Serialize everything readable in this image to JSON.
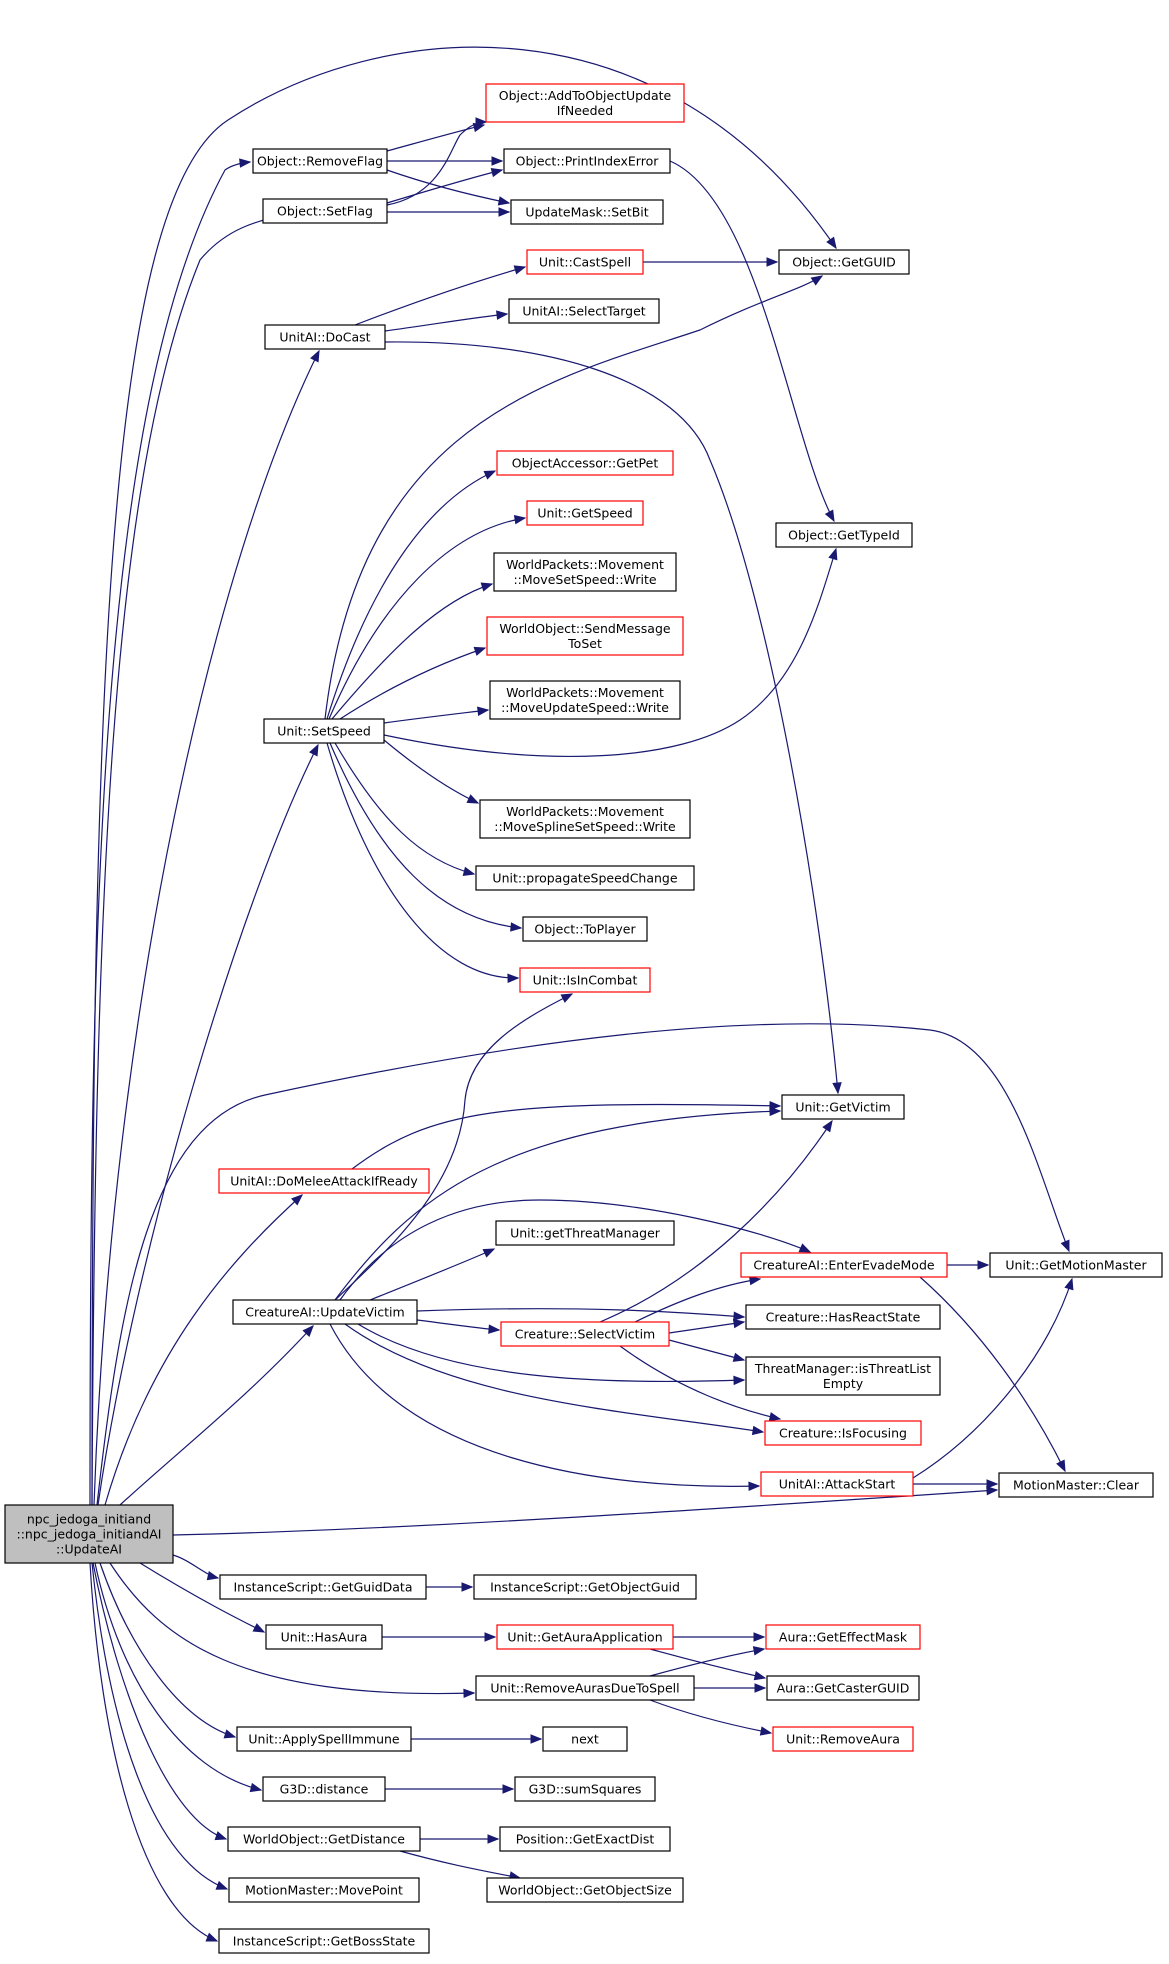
{
  "colors": {
    "edge": "#191970",
    "node_border_normal": "#000000",
    "node_border_truncated": "#ff0000",
    "root_fill": "#bfbfbf"
  },
  "nodes": [
    {
      "id": "root",
      "lines": [
        "npc_jedoga_initiand",
        "::npc_jedoga_initiandAI",
        "::UpdateAI"
      ],
      "style": "root"
    },
    {
      "id": "removeflag",
      "lines": [
        "Object::RemoveFlag"
      ],
      "style": "black"
    },
    {
      "id": "setflag",
      "lines": [
        "Object::SetFlag"
      ],
      "style": "black"
    },
    {
      "id": "addtoobjectupdate",
      "lines": [
        "Object::AddToObjectUpdate",
        "IfNeeded"
      ],
      "style": "red"
    },
    {
      "id": "printindexerror",
      "lines": [
        "Object::PrintIndexError"
      ],
      "style": "black"
    },
    {
      "id": "setbit",
      "lines": [
        "UpdateMask::SetBit"
      ],
      "style": "black"
    },
    {
      "id": "getguid",
      "lines": [
        "Object::GetGUID"
      ],
      "style": "black"
    },
    {
      "id": "castspell",
      "lines": [
        "Unit::CastSpell"
      ],
      "style": "red"
    },
    {
      "id": "docast",
      "lines": [
        "UnitAI::DoCast"
      ],
      "style": "black"
    },
    {
      "id": "selecttarget",
      "lines": [
        "UnitAI::SelectTarget"
      ],
      "style": "black"
    },
    {
      "id": "getpet",
      "lines": [
        "ObjectAccessor::GetPet"
      ],
      "style": "red"
    },
    {
      "id": "getspeed",
      "lines": [
        "Unit::GetSpeed"
      ],
      "style": "red"
    },
    {
      "id": "gettypeid",
      "lines": [
        "Object::GetTypeId"
      ],
      "style": "black"
    },
    {
      "id": "movesetspeed",
      "lines": [
        "WorldPackets::Movement",
        "::MoveSetSpeed::Write"
      ],
      "style": "black"
    },
    {
      "id": "sendmessagetoset",
      "lines": [
        "WorldObject::SendMessage",
        "ToSet"
      ],
      "style": "red"
    },
    {
      "id": "moveupdatespeed",
      "lines": [
        "WorldPackets::Movement",
        "::MoveUpdateSpeed::Write"
      ],
      "style": "black"
    },
    {
      "id": "setspeed",
      "lines": [
        "Unit::SetSpeed"
      ],
      "style": "black"
    },
    {
      "id": "movesplinesetspeed",
      "lines": [
        "WorldPackets::Movement",
        "::MoveSplineSetSpeed::Write"
      ],
      "style": "black"
    },
    {
      "id": "propagatespeedchange",
      "lines": [
        "Unit::propagateSpeedChange"
      ],
      "style": "black"
    },
    {
      "id": "toplayer",
      "lines": [
        "Object::ToPlayer"
      ],
      "style": "black"
    },
    {
      "id": "isincombat",
      "lines": [
        "Unit::IsInCombat"
      ],
      "style": "red"
    },
    {
      "id": "getvictim",
      "lines": [
        "Unit::GetVictim"
      ],
      "style": "black"
    },
    {
      "id": "domeleeattack",
      "lines": [
        "UnitAI::DoMeleeAttackIfReady"
      ],
      "style": "red"
    },
    {
      "id": "getthreatmanager",
      "lines": [
        "Unit::getThreatManager"
      ],
      "style": "black"
    },
    {
      "id": "enterevademode",
      "lines": [
        "CreatureAI::EnterEvadeMode"
      ],
      "style": "red"
    },
    {
      "id": "getmotionmaster",
      "lines": [
        "Unit::GetMotionMaster"
      ],
      "style": "black"
    },
    {
      "id": "updatevictim",
      "lines": [
        "CreatureAI::UpdateVictim"
      ],
      "style": "black"
    },
    {
      "id": "hasreactstate",
      "lines": [
        "Creature::HasReactState"
      ],
      "style": "black"
    },
    {
      "id": "selectvictim",
      "lines": [
        "Creature::SelectVictim"
      ],
      "style": "red"
    },
    {
      "id": "isthreatlistempty",
      "lines": [
        "ThreatManager::isThreatList",
        "Empty"
      ],
      "style": "black"
    },
    {
      "id": "isfocusing",
      "lines": [
        "Creature::IsFocusing"
      ],
      "style": "red"
    },
    {
      "id": "attackstart",
      "lines": [
        "UnitAI::AttackStart"
      ],
      "style": "red"
    },
    {
      "id": "clear",
      "lines": [
        "MotionMaster::Clear"
      ],
      "style": "black"
    },
    {
      "id": "getguiddata",
      "lines": [
        "InstanceScript::GetGuidData"
      ],
      "style": "black"
    },
    {
      "id": "getobjectguid",
      "lines": [
        "InstanceScript::GetObjectGuid"
      ],
      "style": "black"
    },
    {
      "id": "hasaura",
      "lines": [
        "Unit::HasAura"
      ],
      "style": "black"
    },
    {
      "id": "getauraapplication",
      "lines": [
        "Unit::GetAuraApplication"
      ],
      "style": "red"
    },
    {
      "id": "geteffectmask",
      "lines": [
        "Aura::GetEffectMask"
      ],
      "style": "red"
    },
    {
      "id": "removeaurasduetospell",
      "lines": [
        "Unit::RemoveAurasDueToSpell"
      ],
      "style": "black"
    },
    {
      "id": "getcasterguid",
      "lines": [
        "Aura::GetCasterGUID"
      ],
      "style": "black"
    },
    {
      "id": "removeaura",
      "lines": [
        "Unit::RemoveAura"
      ],
      "style": "red"
    },
    {
      "id": "applyspellimmune",
      "lines": [
        "Unit::ApplySpellImmune"
      ],
      "style": "black"
    },
    {
      "id": "next",
      "lines": [
        "next"
      ],
      "style": "black"
    },
    {
      "id": "distance",
      "lines": [
        "G3D::distance"
      ],
      "style": "black"
    },
    {
      "id": "sumsquares",
      "lines": [
        "G3D::sumSquares"
      ],
      "style": "black"
    },
    {
      "id": "getdistance",
      "lines": [
        "WorldObject::GetDistance"
      ],
      "style": "black"
    },
    {
      "id": "getexactdist",
      "lines": [
        "Position::GetExactDist"
      ],
      "style": "black"
    },
    {
      "id": "getobjectsize",
      "lines": [
        "WorldObject::GetObjectSize"
      ],
      "style": "black"
    },
    {
      "id": "movepoint",
      "lines": [
        "MotionMaster::MovePoint"
      ],
      "style": "black"
    },
    {
      "id": "getbossstate",
      "lines": [
        "InstanceScript::GetBossState"
      ],
      "style": "black"
    }
  ],
  "edges": [
    [
      "root",
      "removeflag"
    ],
    [
      "root",
      "setflag"
    ],
    [
      "root",
      "getguid"
    ],
    [
      "root",
      "docast"
    ],
    [
      "root",
      "setspeed"
    ],
    [
      "root",
      "domeleeattack"
    ],
    [
      "root",
      "getmotionmaster"
    ],
    [
      "root",
      "updatevictim"
    ],
    [
      "root",
      "clear"
    ],
    [
      "root",
      "getguiddata"
    ],
    [
      "root",
      "hasaura"
    ],
    [
      "root",
      "removeaurasduetospell"
    ],
    [
      "root",
      "applyspellimmune"
    ],
    [
      "root",
      "distance"
    ],
    [
      "root",
      "getdistance"
    ],
    [
      "root",
      "movepoint"
    ],
    [
      "root",
      "getbossstate"
    ],
    [
      "removeflag",
      "addtoobjectupdate"
    ],
    [
      "removeflag",
      "printindexerror"
    ],
    [
      "removeflag",
      "setbit"
    ],
    [
      "setflag",
      "addtoobjectupdate"
    ],
    [
      "setflag",
      "printindexerror"
    ],
    [
      "setflag",
      "setbit"
    ],
    [
      "printindexerror",
      "gettypeid"
    ],
    [
      "docast",
      "castspell"
    ],
    [
      "docast",
      "selecttarget"
    ],
    [
      "docast",
      "getvictim"
    ],
    [
      "castspell",
      "getguid"
    ],
    [
      "setspeed",
      "getguid"
    ],
    [
      "setspeed",
      "getpet"
    ],
    [
      "setspeed",
      "getspeed"
    ],
    [
      "setspeed",
      "movesetspeed"
    ],
    [
      "setspeed",
      "sendmessagetoset"
    ],
    [
      "setspeed",
      "moveupdatespeed"
    ],
    [
      "setspeed",
      "gettypeid"
    ],
    [
      "setspeed",
      "movesplinesetspeed"
    ],
    [
      "setspeed",
      "propagatespeedchange"
    ],
    [
      "setspeed",
      "toplayer"
    ],
    [
      "setspeed",
      "isincombat"
    ],
    [
      "domeleeattack",
      "getvictim"
    ],
    [
      "updatevictim",
      "isincombat"
    ],
    [
      "updatevictim",
      "getvictim"
    ],
    [
      "updatevictim",
      "getthreatmanager"
    ],
    [
      "updatevictim",
      "enterevademode"
    ],
    [
      "updatevictim",
      "hasreactstate"
    ],
    [
      "updatevictim",
      "selectvictim"
    ],
    [
      "updatevictim",
      "isthreatlistempty"
    ],
    [
      "updatevictim",
      "isfocusing"
    ],
    [
      "updatevictim",
      "attackstart"
    ],
    [
      "selectvictim",
      "getvictim"
    ],
    [
      "selectvictim",
      "enterevademode"
    ],
    [
      "selectvictim",
      "hasreactstate"
    ],
    [
      "selectvictim",
      "isthreatlistempty"
    ],
    [
      "selectvictim",
      "isfocusing"
    ],
    [
      "enterevademode",
      "getmotionmaster"
    ],
    [
      "enterevademode",
      "clear"
    ],
    [
      "attackstart",
      "getmotionmaster"
    ],
    [
      "attackstart",
      "clear"
    ],
    [
      "getguiddata",
      "getobjectguid"
    ],
    [
      "hasaura",
      "getauraapplication"
    ],
    [
      "getauraapplication",
      "geteffectmask"
    ],
    [
      "getauraapplication",
      "getcasterguid"
    ],
    [
      "removeaurasduetospell",
      "geteffectmask"
    ],
    [
      "removeaurasduetospell",
      "getcasterguid"
    ],
    [
      "removeaurasduetospell",
      "removeaura"
    ],
    [
      "applyspellimmune",
      "next"
    ],
    [
      "distance",
      "sumsquares"
    ],
    [
      "getdistance",
      "getexactdist"
    ],
    [
      "getdistance",
      "getobjectsize"
    ]
  ]
}
